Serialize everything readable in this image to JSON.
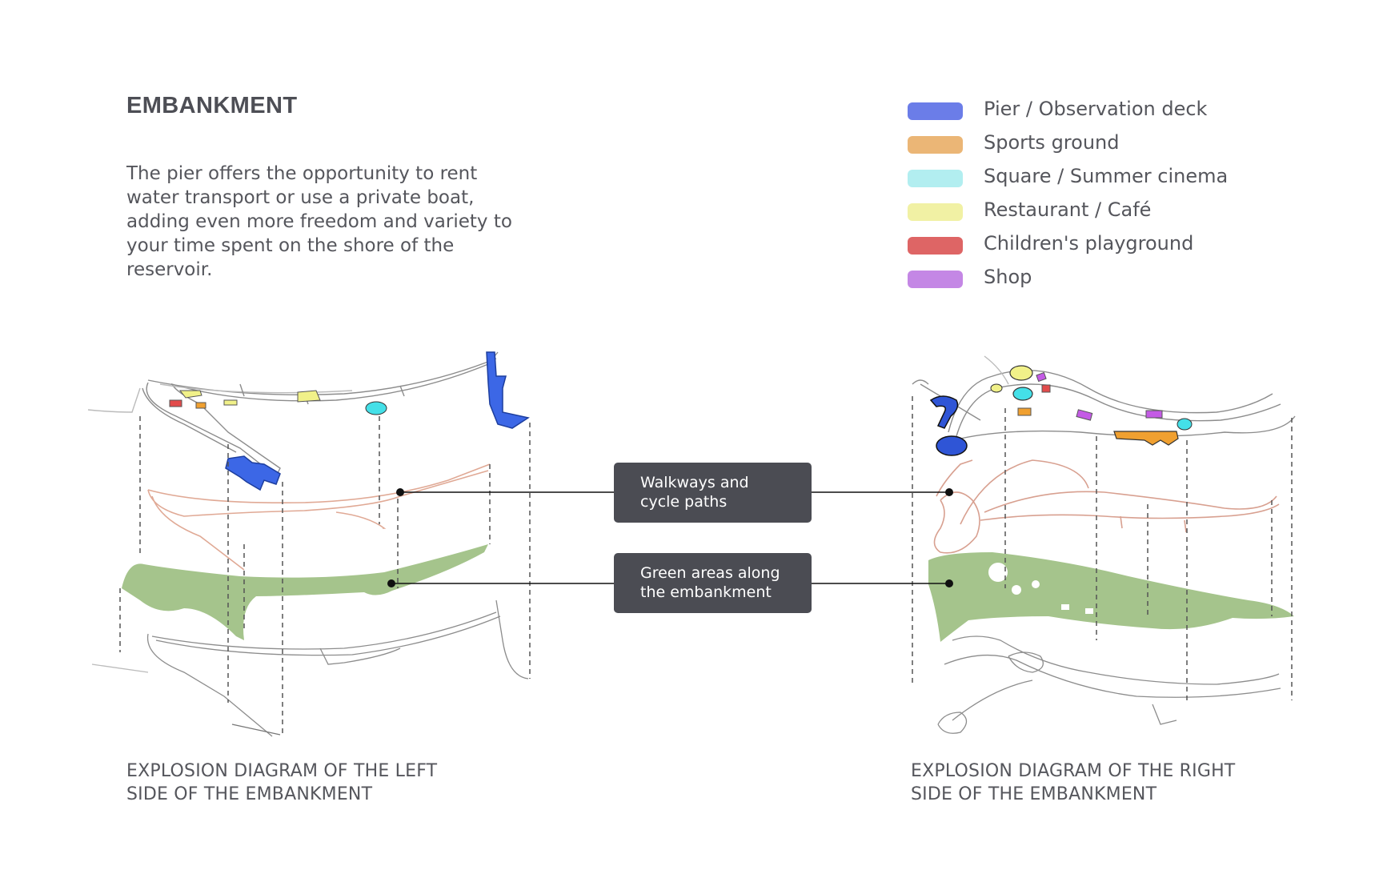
{
  "header": {
    "title": "EMBANKMENT",
    "description_lines": [
      "The pier offers the opportunity to rent",
      "water transport or use a private boat,",
      "adding even more freedom and variety to",
      "your time spent on the shore of the",
      "reservoir."
    ]
  },
  "legend": [
    {
      "label": "Pier / Observation deck",
      "color": "#6b7de8"
    },
    {
      "label": "Sports ground",
      "color": "#ebb676"
    },
    {
      "label": "Square / Summer cinema",
      "color": "#b2eef0"
    },
    {
      "label": "Restaurant / Café",
      "color": "#f1f1a4"
    },
    {
      "label": "Children's playground",
      "color": "#de6565"
    },
    {
      "label": "Shop",
      "color": "#c487e5"
    }
  ],
  "callouts": {
    "walkways": [
      "Walkways and",
      "cycle paths"
    ],
    "green": [
      "Green areas along",
      "the embankment"
    ]
  },
  "captions": {
    "left": [
      "EXPLOSION DIAGRAM OF THE LEFT",
      "SIDE OF THE EMBANKMENT"
    ],
    "right": [
      "EXPLOSION DIAGRAM OF THE RIGHT",
      "SIDE OF THE EMBANKMENT"
    ]
  },
  "layer_colors": {
    "paths": "#e0a995",
    "green": "#a5c48c",
    "base": "#8c8c8c"
  }
}
